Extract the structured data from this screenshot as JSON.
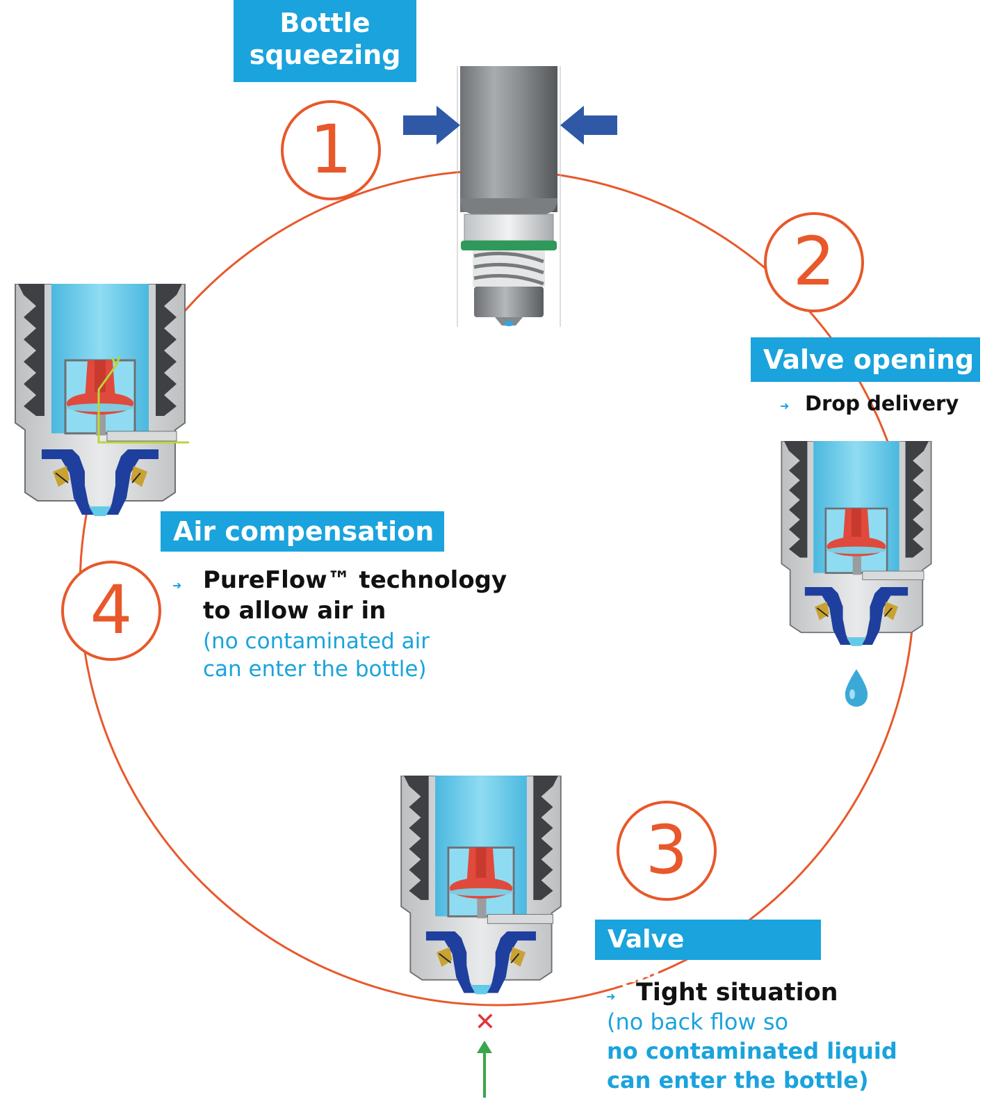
{
  "colors": {
    "accent_blue": "#1aa3dc",
    "cycle_orange": "#e8582a",
    "arrow_blue": "#2f58a6",
    "valve_red": "#e04a3c",
    "nozzle_blue": "#1f3f9e",
    "liquid_cyan": "#63cbe8",
    "air_green": "#b8d63a",
    "arrow_green": "#3aa64a",
    "cross_red": "#e0353c"
  },
  "steps": [
    {
      "number": "1",
      "title_line1": "Bottle",
      "title_line2": "squeezing"
    },
    {
      "number": "2",
      "title": "Valve opening",
      "bullet": "Drop delivery"
    },
    {
      "number": "3",
      "title": "Valve reclosing",
      "bullet": "Tight situation",
      "note_line1": "(no back flow so",
      "note_line2": "no contaminated liquid",
      "note_line3": "can enter the bottle)"
    },
    {
      "number": "4",
      "title": "Air compensation",
      "bullet_line1": "PureFlow™ technology",
      "bullet_line2": "to allow air in",
      "note_line1": "(no contaminated air",
      "note_line2": "can enter the bottle)"
    }
  ],
  "icons": {
    "bullet": "arrow-bullet-icon",
    "squeeze": "squeeze-arrow-icon",
    "drop": "drop-icon",
    "blocked": "cross-icon",
    "inflow": "up-arrow-icon"
  },
  "symbols": {
    "bullet": "➜",
    "cross": "✕"
  }
}
